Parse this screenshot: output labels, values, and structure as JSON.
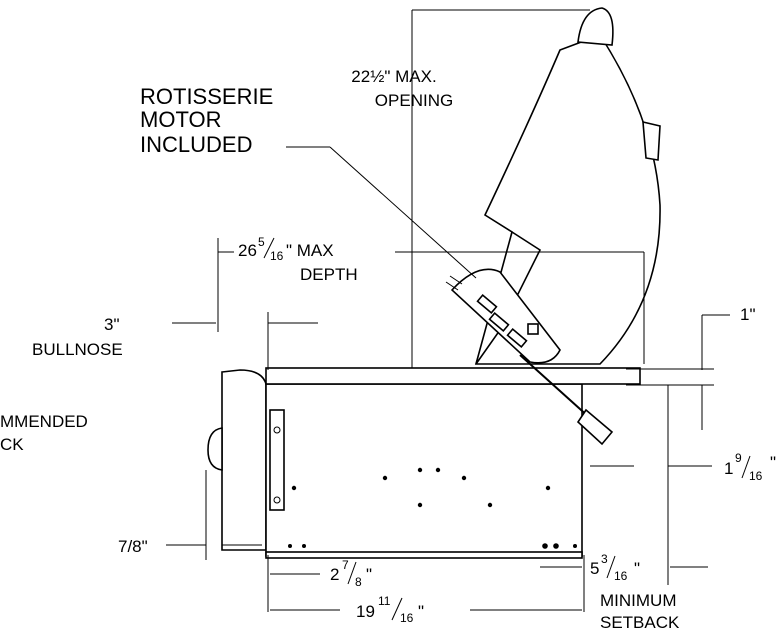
{
  "dimensions": {
    "max_opening": {
      "value": "22½\" MAX.",
      "sub": "OPENING"
    },
    "max_depth": {
      "whole": "26",
      "num": "5",
      "den": "16",
      "suffix": "\" MAX",
      "sub": "DEPTH"
    },
    "bullnose": {
      "value": "3\"",
      "sub": "BULLNOSE"
    },
    "recommended": {
      "line1": "MMENDED",
      "line2": "CK"
    },
    "shelf_thickness": {
      "value": "1\""
    },
    "side_gap": {
      "whole": "1",
      "num": "9",
      "den": "16",
      "suffix": "\""
    },
    "front_offset": {
      "value": "7/8\""
    },
    "base_inset": {
      "whole": "2",
      "num": "7",
      "den": "8",
      "suffix": "\""
    },
    "base_length": {
      "whole": "19",
      "num": "11",
      "den": "16",
      "suffix": "\""
    },
    "setback": {
      "whole": "5",
      "num": "3",
      "den": "16",
      "suffix": "\"",
      "line1": "MINIMUM",
      "line2": "SETBACK"
    }
  },
  "callouts": {
    "motor": [
      "ROTISSERIE",
      "MOTOR",
      "INCLUDED"
    ]
  }
}
